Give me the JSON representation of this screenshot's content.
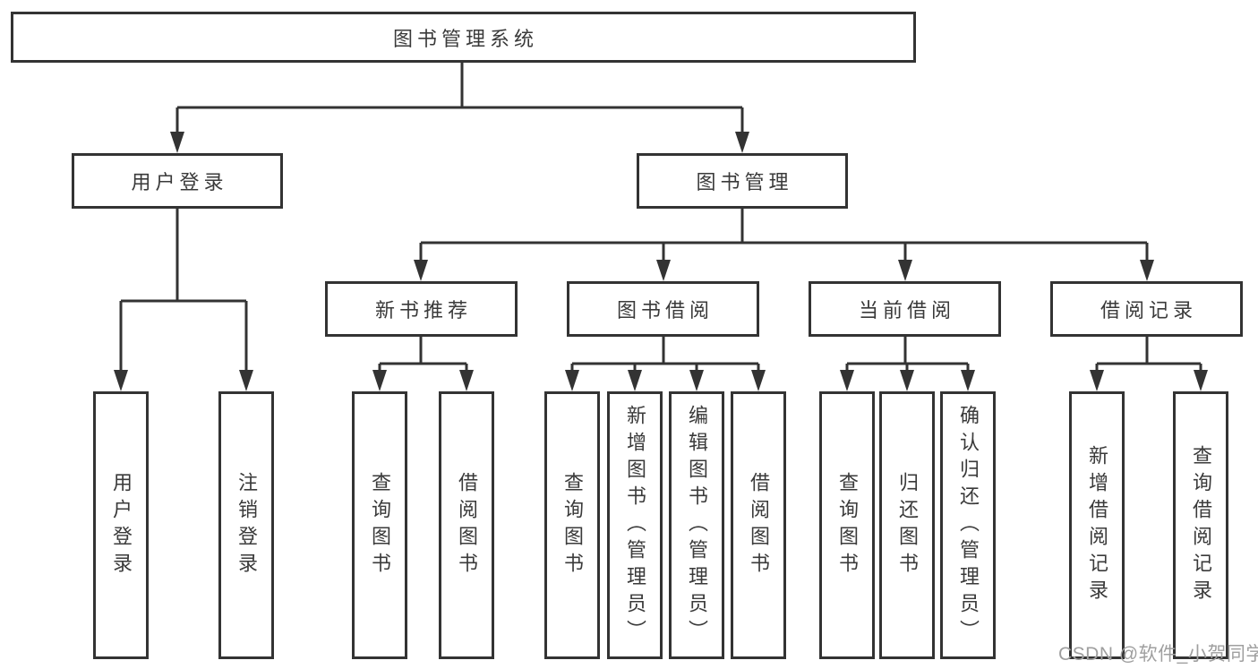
{
  "tree": {
    "label": "图书管理系统",
    "children": [
      {
        "label": "用户登录",
        "children": [
          {
            "label": "用户登录"
          },
          {
            "label": "注销登录"
          }
        ]
      },
      {
        "label": "图书管理",
        "children": [
          {
            "label": "新书推荐",
            "children": [
              {
                "label": "查询图书"
              },
              {
                "label": "借阅图书"
              }
            ]
          },
          {
            "label": "图书借阅",
            "children": [
              {
                "label": "查询图书"
              },
              {
                "label": "新增图书（管理员）"
              },
              {
                "label": "编辑图书（管理员）"
              },
              {
                "label": "借阅图书"
              }
            ]
          },
          {
            "label": "当前借阅",
            "children": [
              {
                "label": "查询图书"
              },
              {
                "label": "归还图书"
              },
              {
                "label": "确认归还（管理员）"
              }
            ]
          },
          {
            "label": "借阅记录",
            "children": [
              {
                "label": "新增借阅记录"
              },
              {
                "label": "查询借阅记录"
              }
            ]
          }
        ]
      }
    ]
  },
  "watermark": "CSDN @软件_小贺同学",
  "colors": {
    "line": "#333333",
    "box_border": "#333333",
    "box_fill": "#ffffff",
    "text": "#3a3a3a",
    "watermark": "#9f9f9f",
    "background": "#ffffff"
  }
}
